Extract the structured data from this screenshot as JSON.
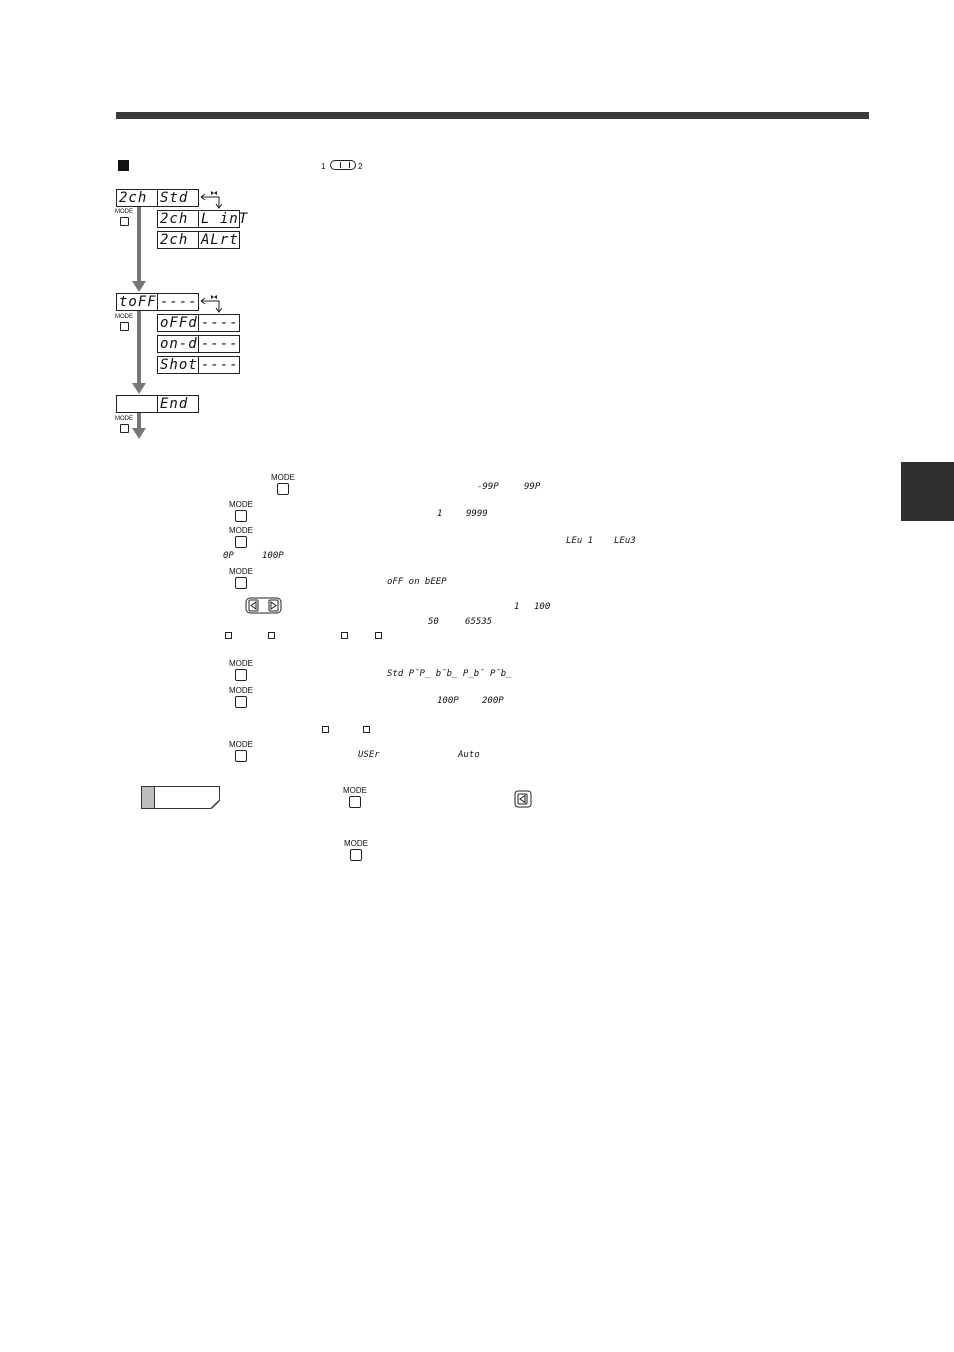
{
  "switch": {
    "pos1": "1",
    "pos2": "2"
  },
  "flow": {
    "group1": [
      "2ch Std",
      "2ch L int",
      "2ch ALrt"
    ],
    "group1_rows": [
      {
        "left": "2ch",
        "right": "Std"
      },
      {
        "left": "2ch",
        "right": "L inT"
      },
      {
        "left": "2ch",
        "right": "ALrt"
      }
    ],
    "group2_rows": [
      {
        "left": "toFF",
        "right": "----"
      },
      {
        "left": "oFFd",
        "right": "----"
      },
      {
        "left": "on-d",
        "right": "----"
      },
      {
        "left": "Shot",
        "right": "----"
      }
    ],
    "end_row": {
      "left": "",
      "right": "End"
    }
  },
  "mode_label": "MODE",
  "settings": {
    "row1": {
      "min": "-99P",
      "max": "99P"
    },
    "row2": {
      "min": "1",
      "max": "9999"
    },
    "row3": {
      "min": "LEu 1",
      "max": "LEu3",
      "min2": "0P",
      "max2": "100P"
    },
    "row4": {
      "text": "oFF on bEEP"
    },
    "row5": {
      "min": "1",
      "max": "100",
      "min2": "50",
      "max2": "65535"
    },
    "row7": {
      "text": "Std P¯P_ b¯b_ P_b¯ P¯b_"
    },
    "row8": {
      "min": "100P",
      "max": "200P"
    },
    "row9": {
      "user": "USEr",
      "auto": "Auto"
    }
  }
}
